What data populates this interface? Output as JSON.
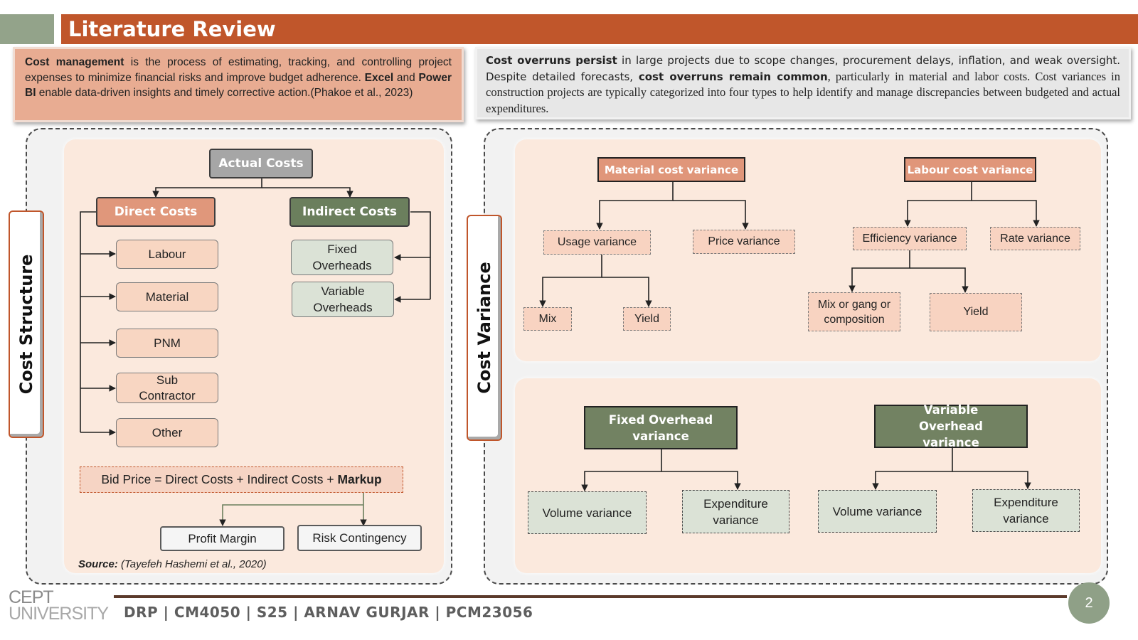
{
  "header": {
    "title": "Literature Review"
  },
  "intro_left": {
    "b1": "Cost management",
    "t1": " is the process of estimating, tracking, and controlling project expenses to minimize financial risks and improve budget adherence. ",
    "b2": "Excel",
    "t2": " and ",
    "b3": "Power BI",
    "t3": " enable data-driven insights and timely corrective action.(Phakoe et al., 2023)"
  },
  "intro_right": {
    "b1": "Cost overruns persist",
    "t1": " in large projects due to scope changes, procurement delays, inflation, and weak oversight. Despite detailed forecasts, ",
    "b2": "cost overruns remain common",
    "t2": ", particularly in material and labor costs. Cost variances in construction projects are typically categorized into four types to help identify and manage discrepancies between budgeted and actual expenditures."
  },
  "cost_structure": {
    "label": "Cost Structure",
    "actual_costs": "Actual Costs",
    "direct_costs": "Direct Costs",
    "indirect_costs": "Indirect Costs",
    "direct_items": [
      "Labour",
      "Material",
      "PNM",
      "Sub Contractor",
      "Other"
    ],
    "indirect_items": [
      "Fixed Overheads",
      "Variable Overheads"
    ],
    "equation_text": "Bid Price = Direct Costs + Indirect Costs + ",
    "equation_bold": "Markup",
    "profit_margin": "Profit Margin",
    "risk_contingency": "Risk Contingency",
    "source_label": "Source:",
    "source_text": " (Tayefeh Hashemi et al., 2020)"
  },
  "cost_variance": {
    "label": "Cost Variance",
    "material": {
      "title": "Material cost variance",
      "usage": "Usage variance",
      "price": "Price variance",
      "mix": "Mix",
      "yield": "Yield"
    },
    "labour": {
      "title": "Labour cost variance",
      "efficiency": "Efficiency variance",
      "rate": "Rate variance",
      "mix": "Mix or gang or composition",
      "yield": "Yield"
    },
    "fixed_overhead": {
      "title": "Fixed Overhead variance",
      "volume": "Volume variance",
      "expenditure": "Expenditure variance"
    },
    "variable_overhead": {
      "title": "Variable Overhead variance",
      "volume": "Volume variance",
      "expenditure": "Expenditure variance"
    }
  },
  "footer": {
    "logo_top": "CEPT",
    "logo_bottom": "UNIVERSITY",
    "text": "DRP | CM4050 | S25 | ARNAV GURJAR | PCM23056",
    "page": "2"
  }
}
